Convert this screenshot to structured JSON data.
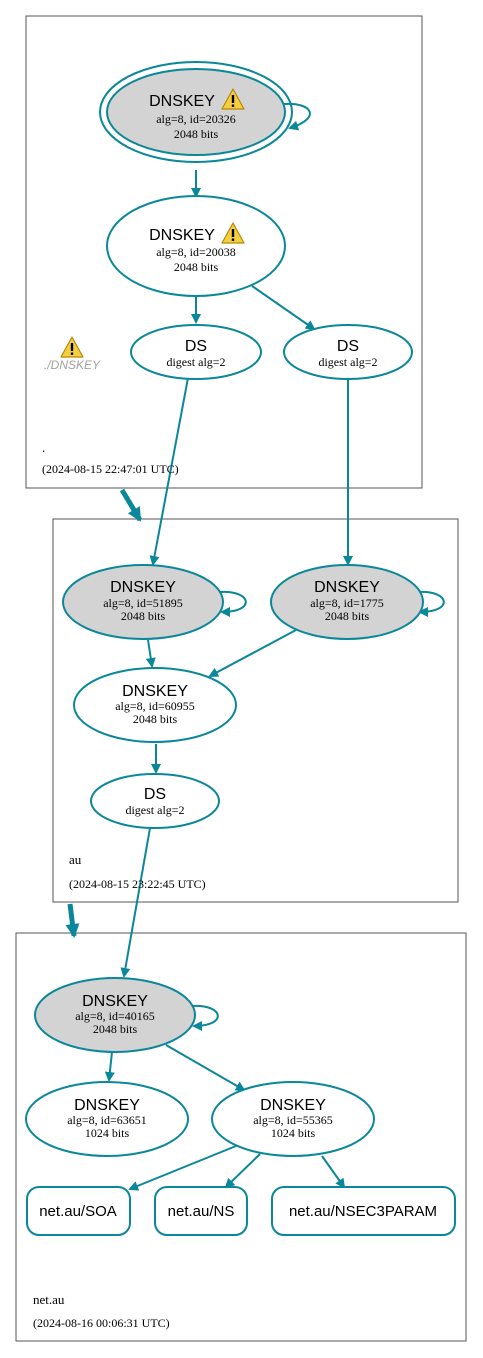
{
  "zones": {
    "root": {
      "name": ".",
      "timestamp": "(2024-08-15 22:47:01 UTC)",
      "warning_label": "./DNSKEY"
    },
    "au": {
      "name": "au",
      "timestamp": "(2024-08-15 23:22:45 UTC)"
    },
    "netau": {
      "name": "net.au",
      "timestamp": "(2024-08-16 00:06:31 UTC)"
    }
  },
  "nodes": {
    "root_ksk": {
      "title": "DNSKEY",
      "line1": "alg=8, id=20326",
      "line2": "2048 bits"
    },
    "root_zsk": {
      "title": "DNSKEY",
      "line1": "alg=8, id=20038",
      "line2": "2048 bits"
    },
    "root_ds1": {
      "title": "DS",
      "line1": "digest alg=2"
    },
    "root_ds2": {
      "title": "DS",
      "line1": "digest alg=2"
    },
    "au_ksk1": {
      "title": "DNSKEY",
      "line1": "alg=8, id=51895",
      "line2": "2048 bits"
    },
    "au_ksk2": {
      "title": "DNSKEY",
      "line1": "alg=8, id=1775",
      "line2": "2048 bits"
    },
    "au_zsk": {
      "title": "DNSKEY",
      "line1": "alg=8, id=60955",
      "line2": "2048 bits"
    },
    "au_ds": {
      "title": "DS",
      "line1": "digest alg=2"
    },
    "net_ksk": {
      "title": "DNSKEY",
      "line1": "alg=8, id=40165",
      "line2": "2048 bits"
    },
    "net_zsk1": {
      "title": "DNSKEY",
      "line1": "alg=8, id=63651",
      "line2": "1024 bits"
    },
    "net_zsk2": {
      "title": "DNSKEY",
      "line1": "alg=8, id=55365",
      "line2": "1024 bits"
    },
    "rr_soa": {
      "title": "net.au/SOA"
    },
    "rr_ns": {
      "title": "net.au/NS"
    },
    "rr_nsec3param": {
      "title": "net.au/NSEC3PARAM"
    }
  },
  "colors": {
    "edge": "#0a879a",
    "trust_anchor_fill": "#d3d3d3",
    "box_stroke": "#555555",
    "warning_fill": "#f4d03f",
    "muted_text": "#a0a0a0"
  }
}
